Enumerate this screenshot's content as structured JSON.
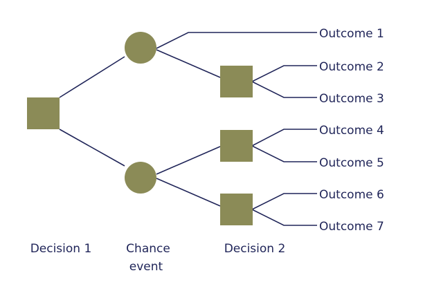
{
  "outcomes": [
    "Outcome 1",
    "Outcome 2",
    "Outcome 3",
    "Outcome 4",
    "Outcome 5",
    "Outcome 6",
    "Outcome 7"
  ],
  "columns": {
    "decision1": "Decision 1",
    "chance_line1": "Chance",
    "chance_line2": "event",
    "decision2": "Decision 2"
  },
  "colors": {
    "node_fill": "#8b8b57",
    "line": "#1f2458",
    "text": "#1f2458"
  }
}
